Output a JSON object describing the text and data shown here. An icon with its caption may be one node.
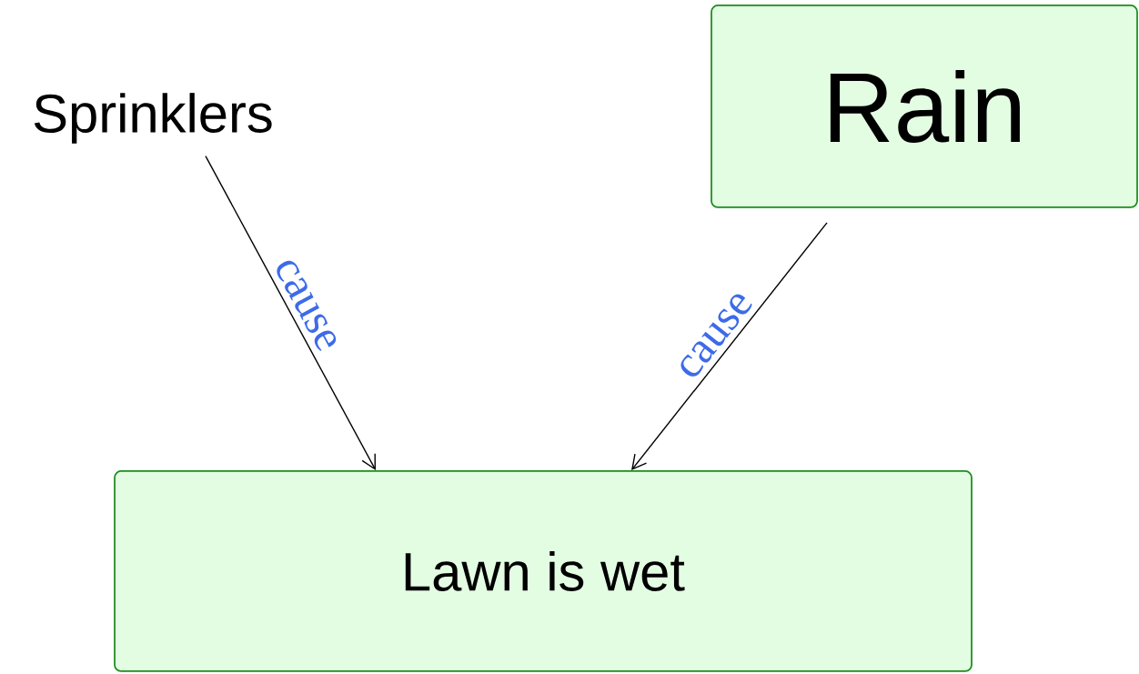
{
  "diagram": {
    "nodes": [
      {
        "text": [
          "Sprinklers"
        ]
      },
      {
        "text": [
          "Rain"
        ]
      },
      {
        "text": [
          "Lawn is wet"
        ]
      }
    ],
    "edges": [
      {
        "from": 0,
        "to": 2,
        "arrow": "to",
        "label": "cause"
      },
      {
        "from": 1,
        "to": 2,
        "arrow": "to",
        "label": "cause"
      }
    ]
  }
}
